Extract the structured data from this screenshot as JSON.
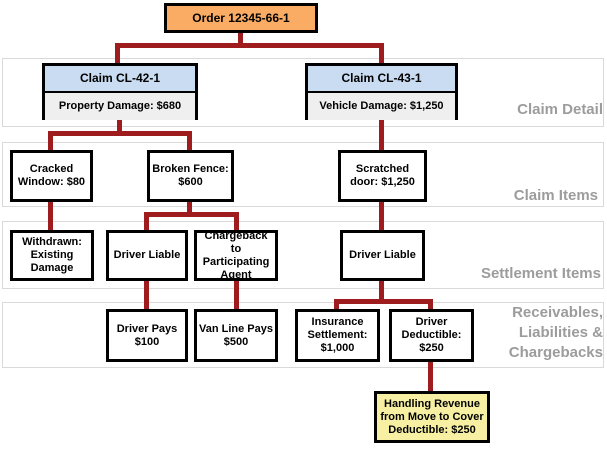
{
  "diagram": {
    "order": {
      "label": "Order 12345-66-1"
    },
    "claims": [
      {
        "title": "Claim CL-42-1",
        "detail": "Property Damage: $680"
      },
      {
        "title": "Claim CL-43-1",
        "detail": "Vehicle Damage: $1,250"
      }
    ],
    "claim_items": [
      {
        "label": "Cracked Window: $80"
      },
      {
        "label": "Broken Fence: $600"
      },
      {
        "label": "Scratched door: $1,250"
      }
    ],
    "settlement_items": [
      {
        "label": "Withdrawn: Existing Damage"
      },
      {
        "label": "Driver Liable"
      },
      {
        "label": "Chargeback to Participating Agent"
      },
      {
        "label": "Driver Liable"
      }
    ],
    "receivables": [
      {
        "label": "Driver Pays $100"
      },
      {
        "label": "Van Line Pays $500"
      },
      {
        "label": "Insurance Settlement: $1,000"
      },
      {
        "label": "Driver Deductible: $250"
      }
    ],
    "note": {
      "label": "Handling Revenue from Move to Cover Deductible: $250"
    },
    "section_labels": [
      {
        "label": "Claim Detail"
      },
      {
        "label": "Claim Items"
      },
      {
        "label": "Settlement Items"
      },
      {
        "label": "Receivables, Liabilities & Chargebacks"
      }
    ],
    "colors": {
      "order_fill": "#FAAC64",
      "claim_header_fill": "#C9DCF1",
      "claim_body_fill": "#EFEFEF",
      "item_fill": "#FFFFFF",
      "note_fill": "#F7F0A2",
      "connector": "#9E1B1E",
      "box_border": "#000000",
      "band_border": "#D9D9D9",
      "section_label_color": "#9C9C9C"
    }
  }
}
